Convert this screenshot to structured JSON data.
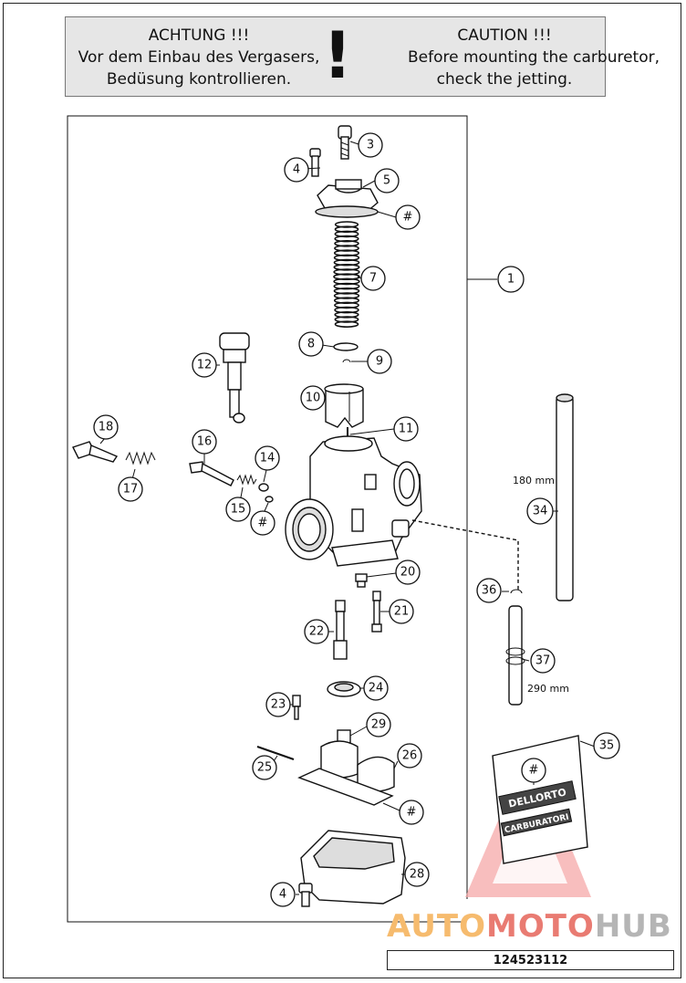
{
  "caution": {
    "de_title": "ACHTUNG !!!",
    "de_line1": "Vor dem Einbau des Vergasers,",
    "de_line2": "Bedüsung kontrollieren.",
    "mark": "!",
    "en_title": "CAUTION !!!",
    "en_line1": "Before mounting the carburetor,",
    "en_line2": "check the jetting."
  },
  "callouts": {
    "c1": "1",
    "c3": "3",
    "c4a": "4",
    "c5": "5",
    "c_hash_a": "#",
    "c7": "7",
    "c8": "8",
    "c9": "9",
    "c10": "10",
    "c11": "11",
    "c12": "12",
    "c14": "14",
    "c15": "15",
    "c16": "16",
    "c17": "17",
    "c18": "18",
    "c_hash_b": "#",
    "c20": "20",
    "c21": "21",
    "c22": "22",
    "c23": "23",
    "c24": "24",
    "c25": "25",
    "c26": "26",
    "c28": "28",
    "c29": "29",
    "c_hash_c": "#",
    "c4b": "4",
    "c34": "34",
    "c35": "35",
    "c36": "36",
    "c37": "37",
    "c_hash_d": "#"
  },
  "dimensions": {
    "hose_34": "180 mm",
    "hose_37": "290 mm"
  },
  "packet": {
    "brand": "DELLORTO",
    "label": "CARBURATORI"
  },
  "watermark": {
    "part1": "AUTO",
    "part2": "MOTO",
    "part3": "HUB"
  },
  "part_number": "124523112"
}
